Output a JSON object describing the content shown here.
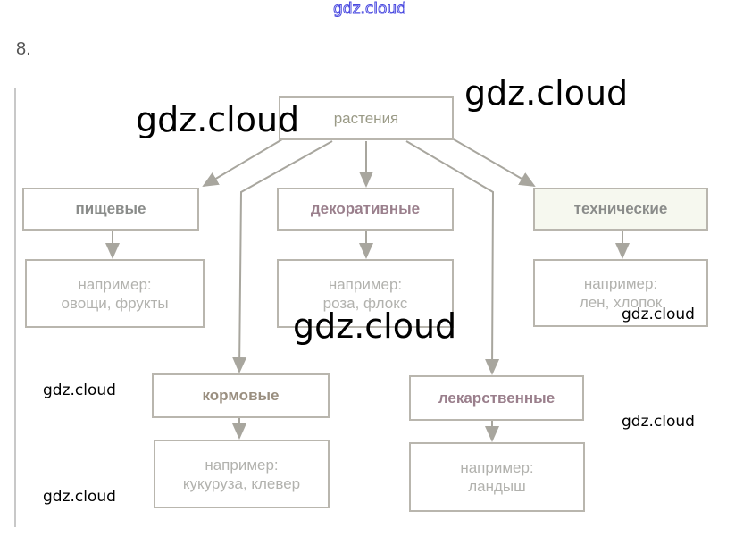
{
  "header": {
    "watermark_top": "gdz.cloud",
    "task_number": "8."
  },
  "diagram": {
    "root": "растения",
    "categories": [
      {
        "label": "пищевые",
        "example_label": "например:",
        "example": "овощи, фрукты"
      },
      {
        "label": "декоративные",
        "example_label": "например:",
        "example": "роза, флокс"
      },
      {
        "label": "технические",
        "example_label": "например:",
        "example": "лен, хлопок"
      },
      {
        "label": "кормовые",
        "example_label": "например:",
        "example": "кукуруза, клевер"
      },
      {
        "label": "лекарственные",
        "example_label": "например:",
        "example": "ландыш"
      }
    ],
    "colors": {
      "box_border": "#b9b6ae",
      "line": "#a8a69e",
      "decor_text": "#9a7f8c",
      "tech_bg": "#f6f8ef"
    }
  },
  "watermarks": [
    "gdz.cloud",
    "gdz.cloud",
    "gdz.cloud",
    "gdz.cloud",
    "gdz.cloud",
    "gdz.cloud",
    "gdz.cloud"
  ]
}
